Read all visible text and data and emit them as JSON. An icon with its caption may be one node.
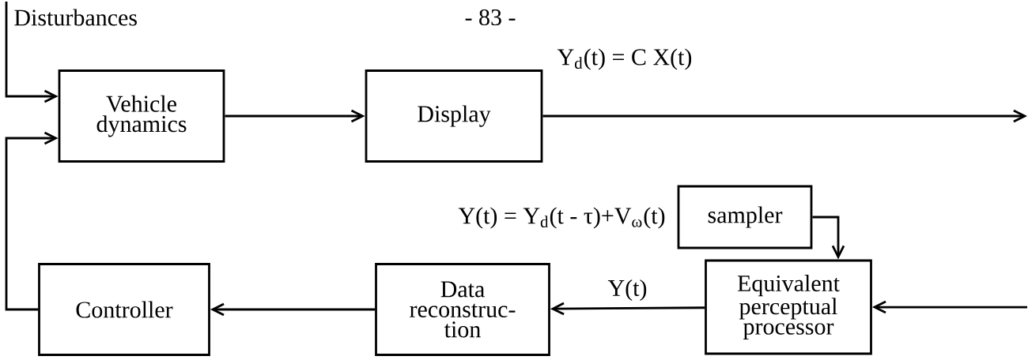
{
  "diagram": {
    "nodes": [
      {
        "text": [
          "Vehicle dynamics"
        ]
      },
      {
        "text": [
          "Display"
        ]
      },
      {
        "text": [
          "sampler"
        ]
      },
      {
        "text": [
          "Equivalent perceptual processor"
        ]
      },
      {
        "text": [
          "Data reconstruc- tion"
        ]
      },
      {
        "text": [
          "Controller"
        ]
      },
      {
        "text": [
          "Disturbances"
        ]
      }
    ],
    "edges": [
      {
        "from": 6,
        "to": 0,
        "arrow": "to"
      },
      {
        "from": 5,
        "to": 0,
        "arrow": "to"
      },
      {
        "from": 0,
        "to": 1,
        "arrow": "to"
      },
      {
        "from": 1,
        "to": null,
        "arrow": "to"
      },
      {
        "from": null,
        "to": 3,
        "arrow": "to"
      },
      {
        "from": 2,
        "to": 3,
        "arrow": "to"
      },
      {
        "from": 3,
        "to": 4,
        "arrow": "to",
        "label": "Y(t)"
      },
      {
        "from": 4,
        "to": 5,
        "arrow": "to"
      }
    ],
    "labels": [
      "- 83 -",
      "Y$_{d}$(t) = C X(t)",
      "Y(t) = Y$_{d}$(t - τ)+V$_{ω}$(t)"
    ]
  }
}
